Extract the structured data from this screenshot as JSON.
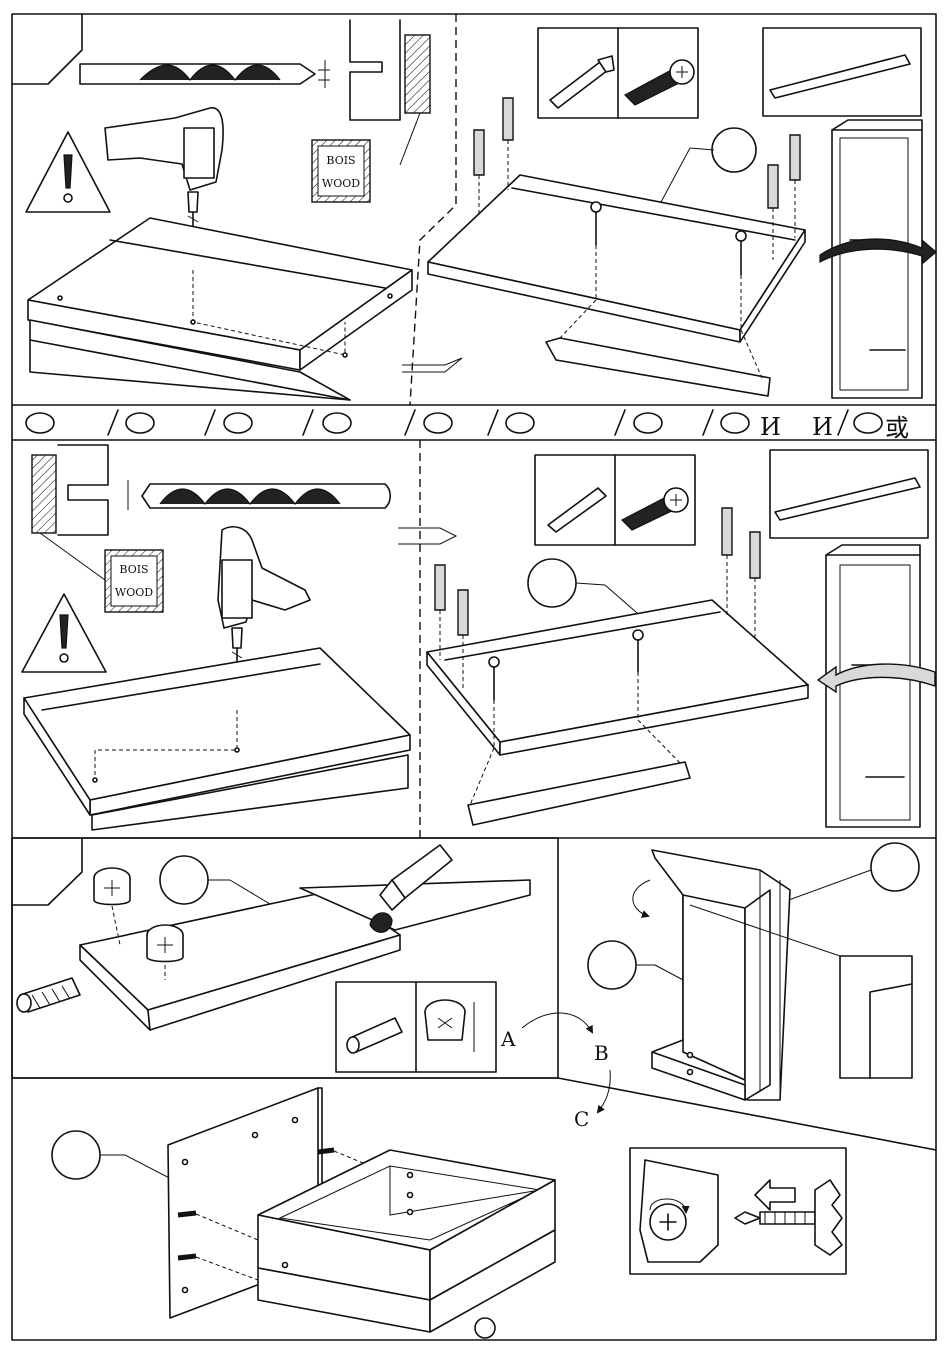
{
  "labels": {
    "bois_1": "BOIS",
    "wood_1": "WOOD",
    "bois_2": "BOIS",
    "wood_2": "WOOD",
    "step_a": "A",
    "step_b": "B",
    "step_c": "C",
    "strip_glyph": "И",
    "strip_glyph_2": "И",
    "strip_tail": "或"
  },
  "icons": {
    "warning": "warning-triangle-icon",
    "drill": "power-drill-icon",
    "rotate": "rotate-arrow-icon",
    "screwdriver": "screwdriver-icon"
  },
  "colors": {
    "ink": "#111111",
    "paper": "#ffffff",
    "shade": "#d9d9d9"
  }
}
